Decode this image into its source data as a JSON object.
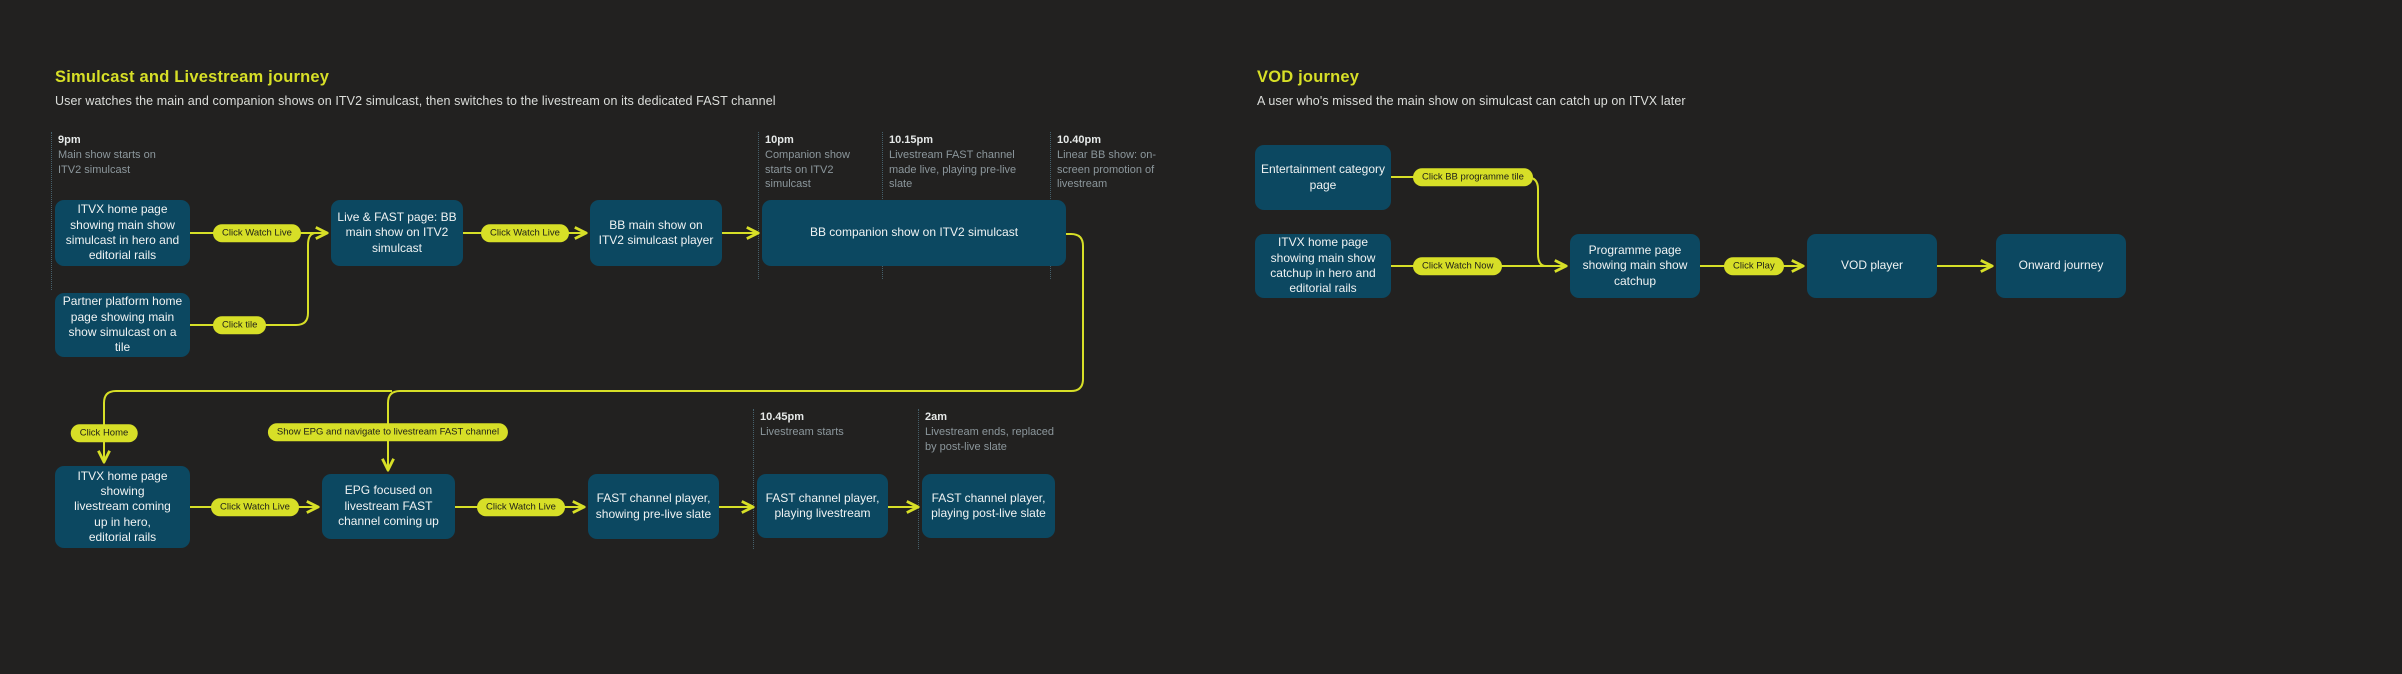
{
  "colors": {
    "background": "#222120",
    "node_fill": "#0c4861",
    "node_text": "#f0f3f3",
    "accent_lime": "#d7df27",
    "pill_text": "#1d1e18",
    "timeline_time_text": "#e6e9e8",
    "timeline_desc_text": "#8c979c"
  },
  "simulcast": {
    "title": "Simulcast and Livestream journey",
    "subtitle": "User watches the main and companion shows on ITV2 simulcast, then switches to the livestream on its dedicated FAST channel",
    "nodes": {
      "itvx_home_simulcast": "ITVX home page showing main show simulcast in hero and editorial rails",
      "partner_platform": "Partner platform home page showing main show simulcast on a tile",
      "live_fast_page": "Live & FAST page: BB main show on ITV2 simulcast",
      "bb_main_player": "BB main show on ITV2 simulcast player",
      "bb_companion": "BB companion show on ITV2 simulcast",
      "itvx_home_livestream": "ITVX home page showing livestream coming up in hero, editorial rails",
      "epg_focused": "EPG focused on livestream FAST channel coming up",
      "fast_player_prelive": "FAST channel player, showing pre-live slate",
      "fast_player_livestream": "FAST channel player, playing livestream",
      "fast_player_postlive": "FAST channel player, playing post-live slate"
    },
    "actions": {
      "watch_live_1": "Click Watch Live",
      "click_tile": "Click tile",
      "watch_live_2": "Click Watch Live",
      "click_home": "Click Home",
      "show_epg": "Show EPG and navigate to livestream FAST channel",
      "watch_live_3": "Click Watch Live",
      "watch_live_4": "Click Watch Live"
    },
    "timeline": [
      {
        "time": "9pm",
        "desc": "Main show starts on ITV2 simulcast"
      },
      {
        "time": "10pm",
        "desc": "Companion show starts on ITV2 simulcast"
      },
      {
        "time": "10.15pm",
        "desc": "Livestream FAST channel made live, playing pre-live slate"
      },
      {
        "time": "10.40pm",
        "desc": "Linear BB show: on-screen promotion of livestream"
      },
      {
        "time": "10.45pm",
        "desc": "Livestream starts"
      },
      {
        "time": "2am",
        "desc": "Livestream ends, replaced by post-live slate"
      }
    ]
  },
  "vod": {
    "title": "VOD journey",
    "subtitle": "A user who's missed the main show on simulcast can catch up on ITVX later",
    "nodes": {
      "entertainment_category": "Entertainment category page",
      "itvx_home_catchup": "ITVX home page showing main show catchup in hero and editorial rails",
      "programme_page": "Programme page showing main show catchup",
      "vod_player": "VOD player",
      "onward_journey": "Onward journey"
    },
    "actions": {
      "bb_programme_tile": "Click BB programme tile",
      "watch_now": "Click Watch Now",
      "click_play": "Click Play"
    }
  }
}
